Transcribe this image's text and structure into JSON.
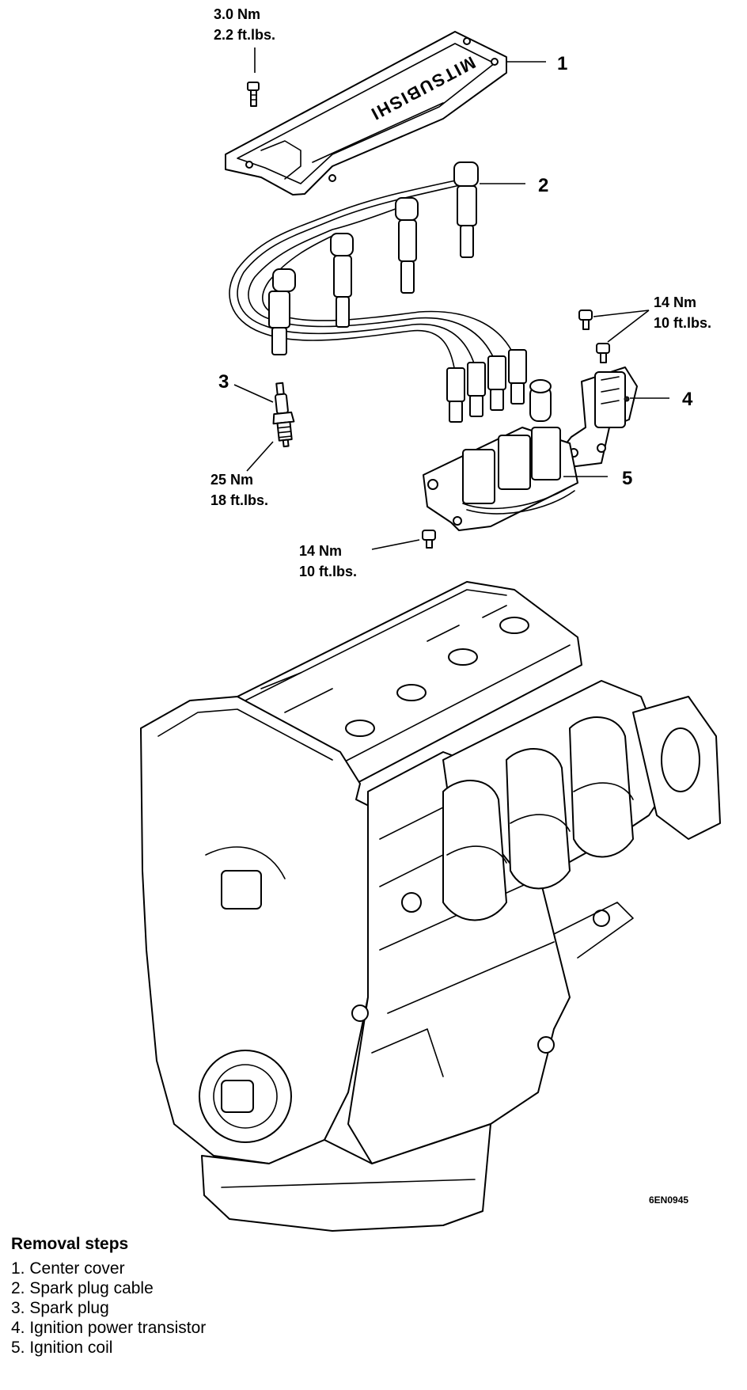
{
  "callouts": {
    "c1": "1",
    "c2": "2",
    "c3": "3",
    "c4": "4",
    "c5": "5"
  },
  "torque": {
    "cover_bolt": {
      "metric": "3.0 Nm",
      "imperial": "2.2 ft.lbs."
    },
    "transistor_bolts": {
      "metric": "14 Nm",
      "imperial": "10 ft.lbs."
    },
    "spark_plug": {
      "metric": "25 Nm",
      "imperial": "18 ft.lbs."
    },
    "coil_bolt": {
      "metric": "14 Nm",
      "imperial": "10 ft.lbs."
    }
  },
  "cover_brand": "MITSUBISHI",
  "figure_code": "6EN0945",
  "removal": {
    "title": "Removal steps",
    "steps": [
      "1. Center cover",
      "2. Spark plug cable",
      "3. Spark plug",
      "4. Ignition power transistor",
      "5. Ignition coil"
    ]
  }
}
